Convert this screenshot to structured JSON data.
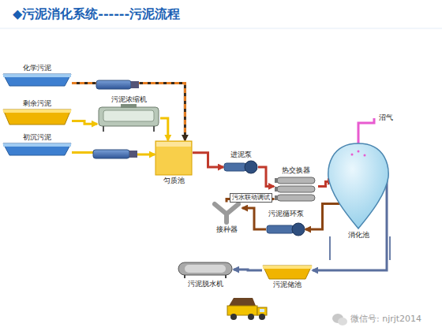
{
  "diagram": {
    "title": "◆污泥消化系统------污泥流程",
    "nodes": [
      {
        "text": [
          "化学污泥"
        ]
      },
      {
        "text": [
          "剩余污泥"
        ]
      },
      {
        "text": [
          "初沉污泥"
        ]
      },
      {
        "text": [
          "污泥浓缩机"
        ]
      },
      {
        "text": [
          "匀质池"
        ]
      },
      {
        "text": [
          "进泥泵"
        ]
      },
      {
        "text": [
          "热交换器"
        ]
      },
      {
        "text": [
          "消化池"
        ]
      },
      {
        "text": [
          "接种器"
        ]
      },
      {
        "text": [
          "污泥循环泵"
        ]
      },
      {
        "text": [
          "污泥储池"
        ]
      },
      {
        "text": [
          "污泥脱水机"
        ]
      }
    ],
    "edges": [
      {
        "from": 0,
        "to": 4,
        "arrow": "to"
      },
      {
        "from": 1,
        "to": 3,
        "arrow": "to"
      },
      {
        "from": 3,
        "to": 4,
        "arrow": "to"
      },
      {
        "from": 2,
        "to": 4,
        "arrow": "to"
      },
      {
        "from": 4,
        "to": 5,
        "arrow": "to"
      },
      {
        "from": 5,
        "to": 6,
        "arrow": "to"
      },
      {
        "from": 6,
        "to": 7,
        "arrow": "to"
      },
      {
        "from": 7,
        "to": 9,
        "arrow": "to"
      },
      {
        "from": 9,
        "to": 8,
        "arrow": "to"
      },
      {
        "from": 8,
        "to": 6,
        "arrow": "to"
      },
      {
        "from": 7,
        "to": 10,
        "arrow": "to"
      },
      {
        "from": 10,
        "to": 11,
        "arrow": "to"
      }
    ],
    "labels": [
      "沼气",
      "污水联动调试",
      "微信号: njrjt2014"
    ]
  }
}
